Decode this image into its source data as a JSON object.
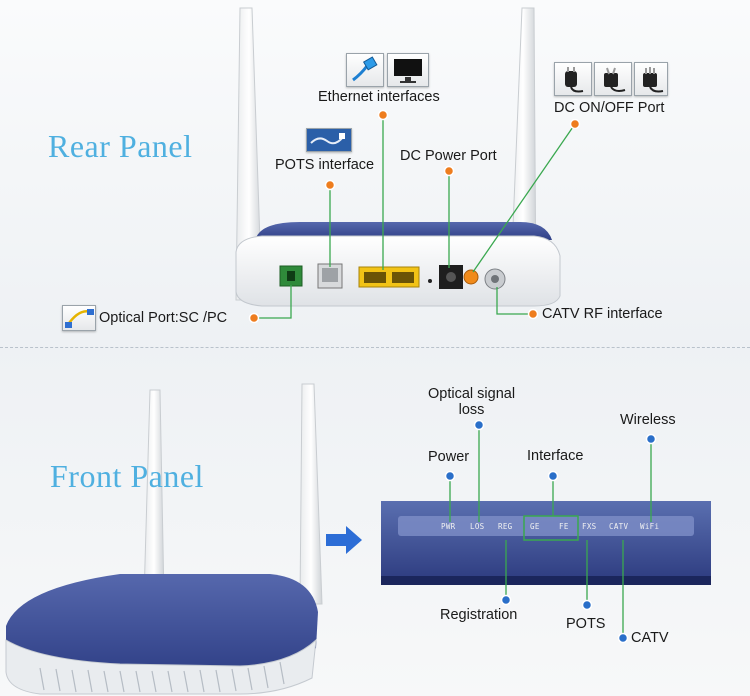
{
  "rear": {
    "title": "Rear Panel",
    "labels": {
      "ethernet": "Ethernet interfaces",
      "pots": "POTS interface",
      "dc_power": "DC Power Port",
      "dc_switch": "DC ON/OFF Port",
      "optical": "Optical Port:SC /PC",
      "catv_rf": "CATV RF interface"
    }
  },
  "front": {
    "title": "Front Panel",
    "callouts": {
      "optical_loss": "Optical signal\nloss",
      "power": "Power",
      "interface": "Interface",
      "wireless": "Wireless",
      "registration": "Registration",
      "pots": "POTS",
      "catv": "CATV"
    },
    "leds": [
      "PWR",
      "LOS",
      "REG",
      "GE",
      "FE",
      "FXS",
      "CATV",
      "WiFi"
    ]
  },
  "colors": {
    "title_blue": "#4fb0e0",
    "callout_line": "#3aa84f",
    "callout_dot": "#2a6fc9",
    "device_blue": "#3c4f9a"
  },
  "icons": [
    "network-cable-icon",
    "monitor-icon",
    "phone-cord-icon",
    "power-plug-icon",
    "fiber-patch-cord-icon"
  ]
}
